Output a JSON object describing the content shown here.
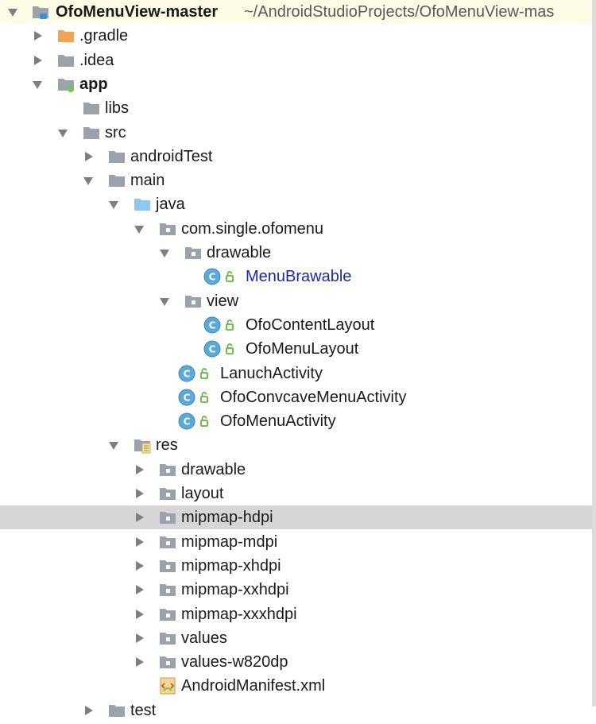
{
  "root": {
    "name": "OfoMenuView-master",
    "path": "~/AndroidStudioProjects/OfoMenuView-mas"
  },
  "nodes": [
    {
      "key": "gradle",
      "label": ".gradle",
      "depth": 1,
      "arrow": "right",
      "icon": "folder-orange"
    },
    {
      "key": "idea",
      "label": ".idea",
      "depth": 1,
      "arrow": "right",
      "icon": "folder"
    },
    {
      "key": "app",
      "label": "app",
      "depth": 1,
      "arrow": "down",
      "icon": "module",
      "bold": true
    },
    {
      "key": "libs",
      "label": "libs",
      "depth": 2,
      "arrow": "none",
      "icon": "folder"
    },
    {
      "key": "src",
      "label": "src",
      "depth": 2,
      "arrow": "down",
      "icon": "folder"
    },
    {
      "key": "androidtest",
      "label": "androidTest",
      "depth": 3,
      "arrow": "right",
      "icon": "folder"
    },
    {
      "key": "main",
      "label": "main",
      "depth": 3,
      "arrow": "down",
      "icon": "folder"
    },
    {
      "key": "java",
      "label": "java",
      "depth": 4,
      "arrow": "down",
      "icon": "folder-blue"
    },
    {
      "key": "package",
      "label": "com.single.ofomenu",
      "depth": 5,
      "arrow": "down",
      "icon": "package"
    },
    {
      "key": "drawable-pkg",
      "label": "drawable",
      "depth": 6,
      "arrow": "down",
      "icon": "package"
    },
    {
      "key": "menubrawable",
      "label": "MenuBrawable",
      "depth": 7,
      "arrow": "none",
      "icon": "class",
      "blue": true
    },
    {
      "key": "view-pkg",
      "label": "view",
      "depth": 6,
      "arrow": "down",
      "icon": "package"
    },
    {
      "key": "ofocontentlayout",
      "label": "OfoContentLayout",
      "depth": 7,
      "arrow": "none",
      "icon": "class"
    },
    {
      "key": "ofomenulayout",
      "label": "OfoMenuLayout",
      "depth": 7,
      "arrow": "none",
      "icon": "class"
    },
    {
      "key": "lanuchactivity",
      "label": "LanuchActivity",
      "depth": 6,
      "arrow": "none",
      "icon": "class"
    },
    {
      "key": "ofoconvcavemenuactivity",
      "label": "OfoConvcaveMenuActivity",
      "depth": 6,
      "arrow": "none",
      "icon": "class"
    },
    {
      "key": "ofomenuactivity",
      "label": "OfoMenuActivity",
      "depth": 6,
      "arrow": "none",
      "icon": "class"
    },
    {
      "key": "res",
      "label": "res",
      "depth": 4,
      "arrow": "down",
      "icon": "res-folder"
    },
    {
      "key": "drawable-res",
      "label": "drawable",
      "depth": 5,
      "arrow": "right",
      "icon": "package"
    },
    {
      "key": "layout",
      "label": "layout",
      "depth": 5,
      "arrow": "right",
      "icon": "package"
    },
    {
      "key": "mipmap-hdpi",
      "label": "mipmap-hdpi",
      "depth": 5,
      "arrow": "right",
      "icon": "package",
      "selected": true
    },
    {
      "key": "mipmap-mdpi",
      "label": "mipmap-mdpi",
      "depth": 5,
      "arrow": "right",
      "icon": "package"
    },
    {
      "key": "mipmap-xhdpi",
      "label": "mipmap-xhdpi",
      "depth": 5,
      "arrow": "right",
      "icon": "package"
    },
    {
      "key": "mipmap-xxhdpi",
      "label": "mipmap-xxhdpi",
      "depth": 5,
      "arrow": "right",
      "icon": "package"
    },
    {
      "key": "mipmap-xxxhdpi",
      "label": "mipmap-xxxhdpi",
      "depth": 5,
      "arrow": "right",
      "icon": "package"
    },
    {
      "key": "values",
      "label": "values",
      "depth": 5,
      "arrow": "right",
      "icon": "package"
    },
    {
      "key": "values-w820dp",
      "label": "values-w820dp",
      "depth": 5,
      "arrow": "right",
      "icon": "package"
    },
    {
      "key": "androidmanifest",
      "label": "AndroidManifest.xml",
      "depth": 5,
      "arrow": "none",
      "icon": "manifest"
    },
    {
      "key": "test",
      "label": "test",
      "depth": 3,
      "arrow": "right",
      "icon": "folder"
    }
  ],
  "colors": {
    "root_bg": "#fdfbe6",
    "selected_bg": "#d6d6d6",
    "folder": "#9aa3ab",
    "folder_orange": "#f0a35b",
    "folder_blue": "#8fc8ea",
    "class_circle": "#59a9d9",
    "lock_green": "#62b543",
    "link_blue": "#1a2aa6"
  }
}
